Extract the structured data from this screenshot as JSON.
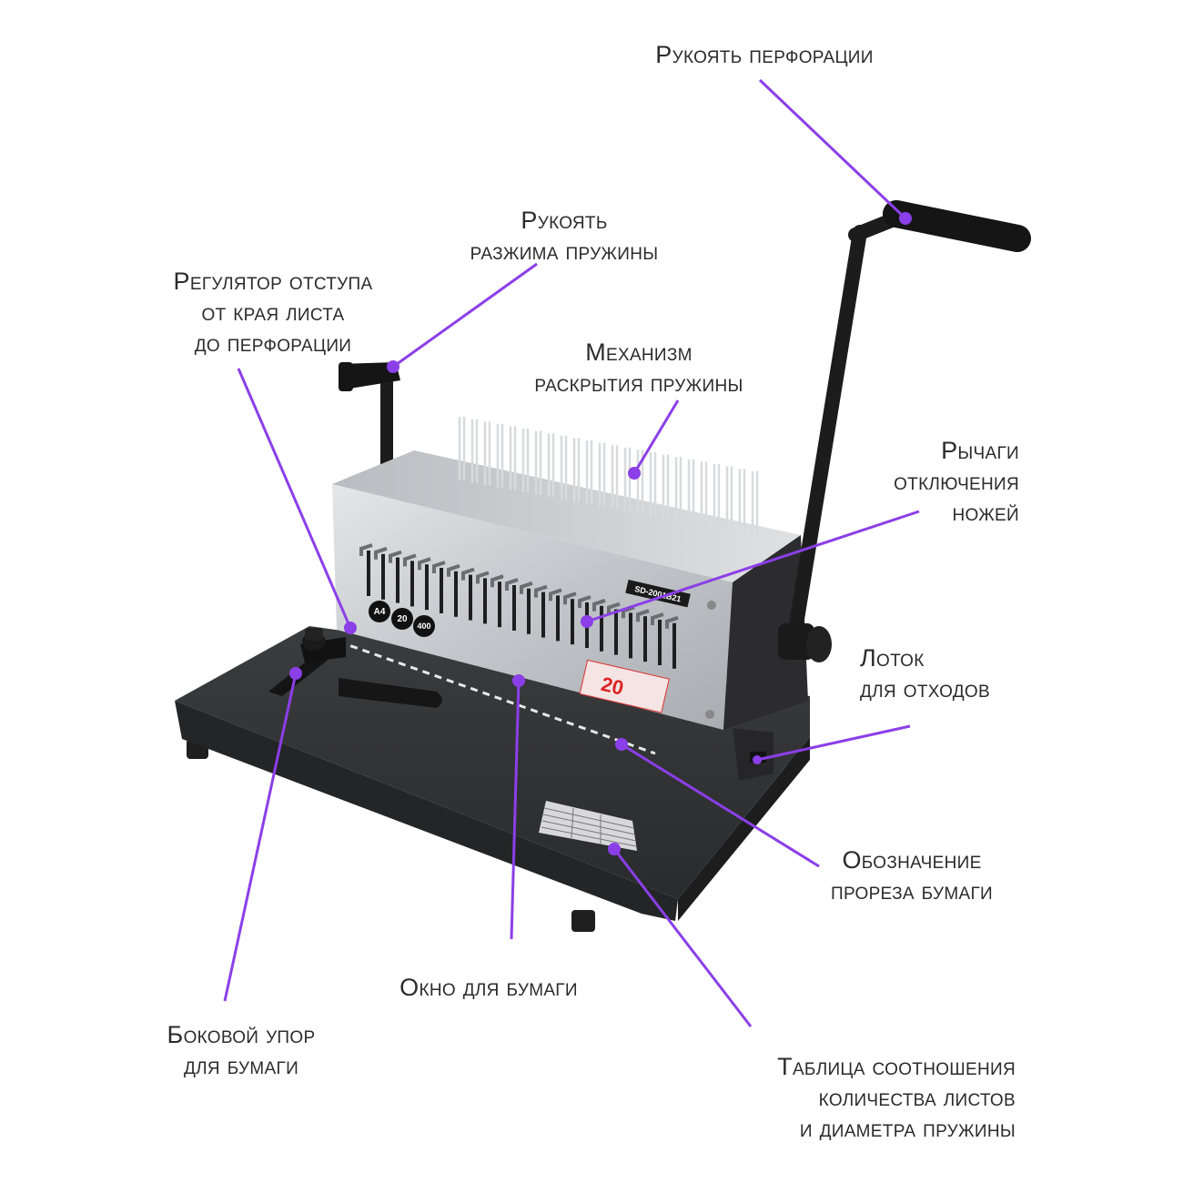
{
  "colors": {
    "leader": "#8b3fe8",
    "machine_dark": "#2e2e30",
    "machine_silver": "#c9cbce",
    "text": "#2b2b2b"
  },
  "labels": {
    "punch_handle": [
      "Рукоять перфорации"
    ],
    "spring_handle": [
      "Рукоять",
      "разжима пружины"
    ],
    "margin_adjuster": [
      "Регулятор отступа",
      "от края листа",
      "до перфорации"
    ],
    "spring_mechanism": [
      "Механизм",
      "раскрытия пружины"
    ],
    "knife_levers": [
      "Рычаги",
      "отключения",
      "ножей"
    ],
    "waste_tray": [
      "Лоток",
      "для отходов"
    ],
    "paper_slot_mark": [
      "Обозначение",
      "прореза бумаги"
    ],
    "paper_window": [
      "Окно для бумаги"
    ],
    "side_stop": [
      "Боковой упор",
      "для бумаги"
    ],
    "ratio_table": [
      "Таблица соотношения",
      "количества листов",
      "и диаметра пружины"
    ]
  },
  "machine": {
    "badge_size": "A4",
    "badge_sheets": "20",
    "badge_capacity": "400",
    "model": "SD-2001B21",
    "caution_number": "20"
  }
}
